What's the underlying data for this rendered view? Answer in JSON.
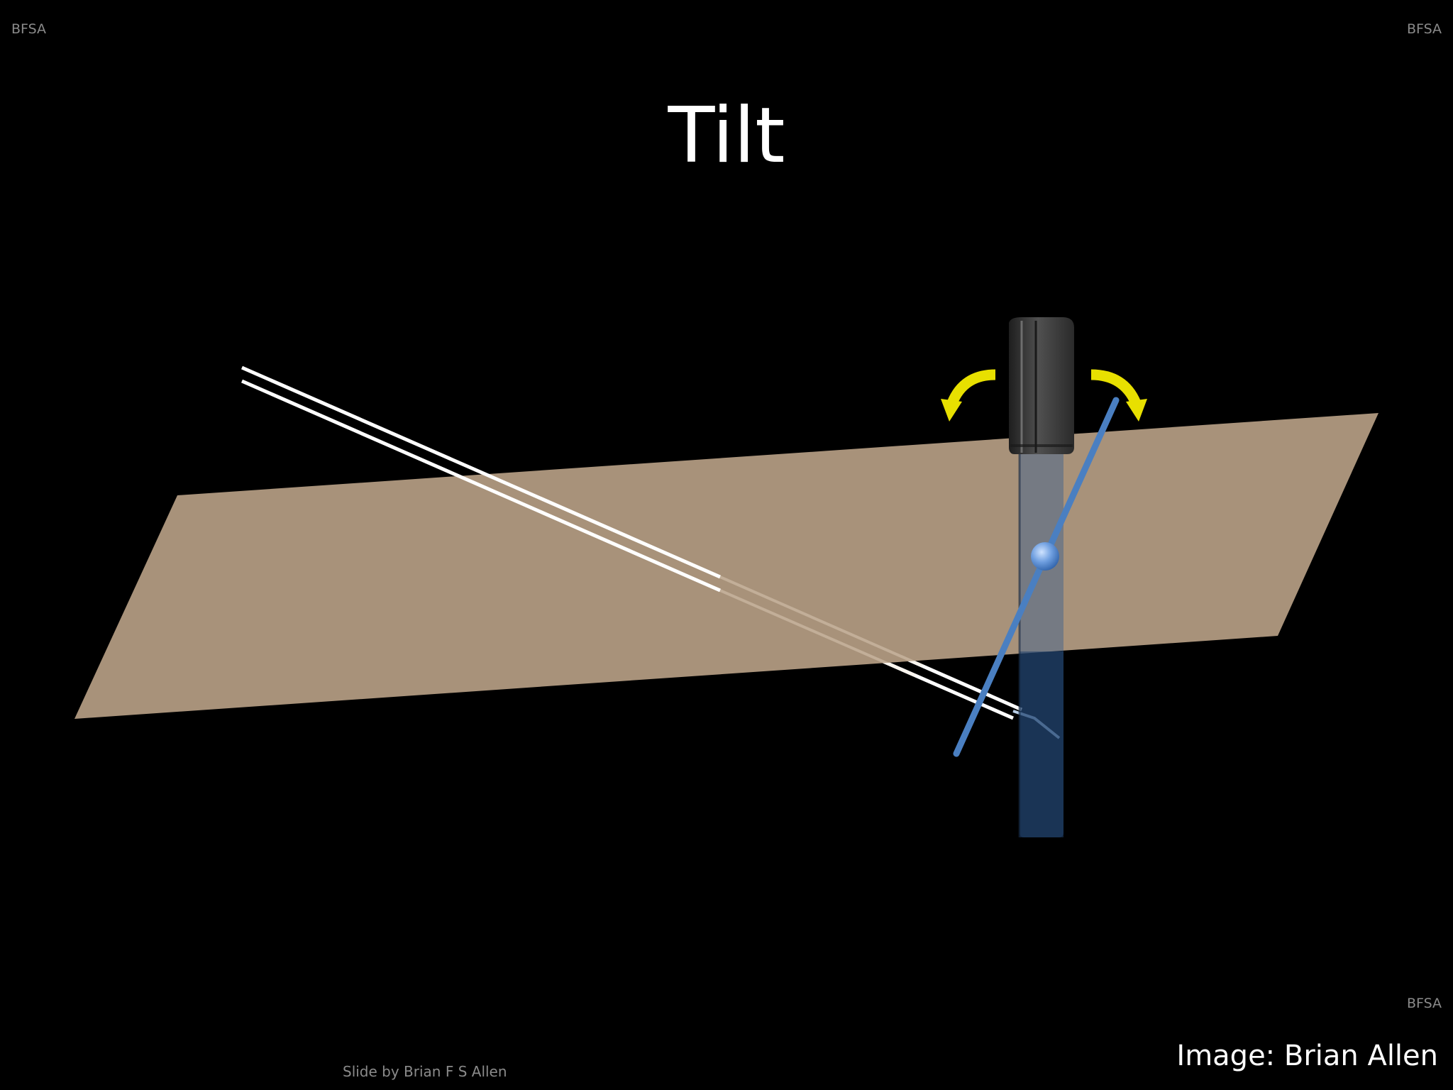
{
  "slide": {
    "title": "Tilt",
    "watermarks": {
      "top_left": "BFSA",
      "top_right": "BFSA",
      "bottom_right": "BFSA"
    },
    "image_credit": "Image: Brian Allen",
    "footer": "Slide by Brian F S Allen"
  },
  "colors": {
    "background": "#000000",
    "plane": "#a8927a",
    "transducer_body": "#3a3a3a",
    "beam": "#2f5a8f",
    "axis_line": "#4a7fc1",
    "arrows": "#e8e000",
    "needle": "#ffffff"
  },
  "icons": {
    "tilt_left": "curved-arrow-left-icon",
    "tilt_right": "curved-arrow-right-icon"
  }
}
